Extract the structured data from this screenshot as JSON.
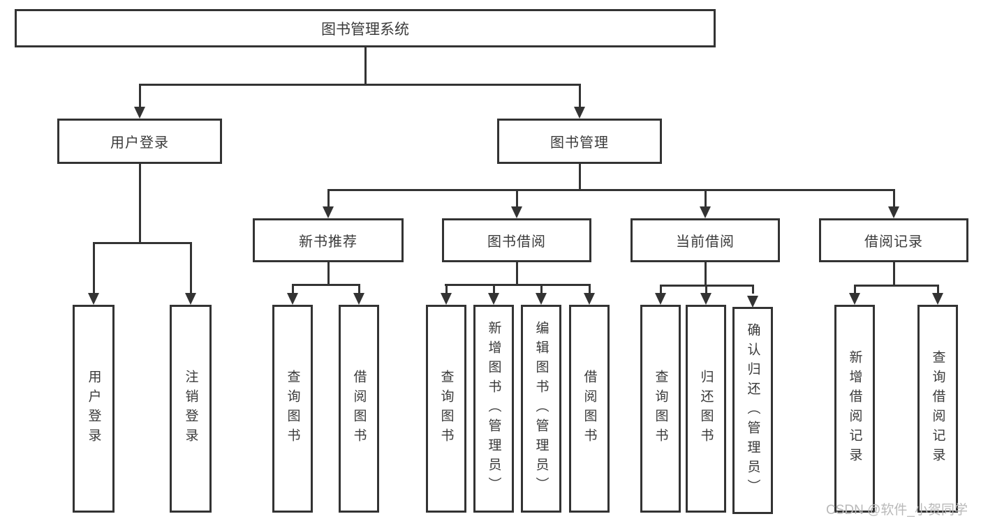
{
  "diagram": {
    "root_label": "图书管理系统",
    "user_login": {
      "label": "用户登录",
      "children": [
        "用户登录",
        "注销登录"
      ]
    },
    "book_management": {
      "label": "图书管理",
      "sections": {
        "new_book_recommend": {
          "label": "新书推荐",
          "children": [
            "查询图书",
            "借阅图书"
          ]
        },
        "book_borrowing": {
          "label": "图书借阅",
          "children": [
            "查询图书",
            "新增图书（管理员）",
            "编辑图书（管理员）",
            "借阅图书"
          ]
        },
        "current_borrowing": {
          "label": "当前借阅",
          "children": [
            "查询图书",
            "归还图书",
            "确认归还（管理员）"
          ]
        },
        "borrowing_records": {
          "label": "借阅记录",
          "children": [
            "新增借阅记录",
            "查询借阅记录"
          ]
        }
      }
    }
  },
  "watermark": "CSDN @软件_小贺同学",
  "colors": {
    "line": "#333333",
    "text": "#3a3a3a",
    "watermark_text": "#b9b9b9",
    "background": "#ffffff"
  }
}
